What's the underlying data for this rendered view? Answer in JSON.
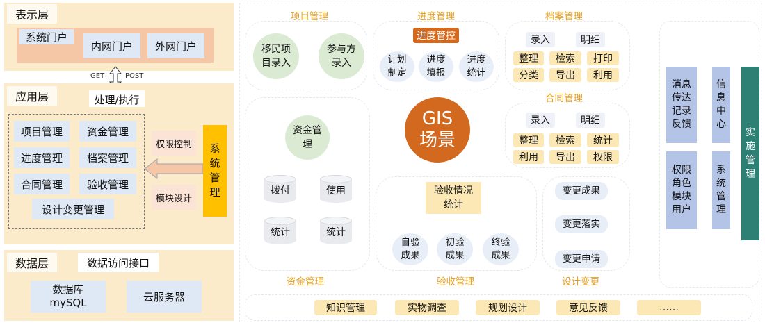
{
  "presentation": {
    "title": "表示层",
    "portal": "系统门户",
    "intranet": "内网门户",
    "extranet": "外网门户"
  },
  "http": {
    "get": "GET",
    "post": "POST"
  },
  "process": "处理/执行",
  "application": {
    "title": "应用层",
    "modules": [
      "项目管理",
      "资金管理",
      "进度管理",
      "档案管理",
      "合同管理",
      "验收管理",
      "设计变更管理"
    ],
    "permission": "权限控制",
    "module_design": "模块设计",
    "system_mgmt": "系\n统\n管\n理"
  },
  "data_layer": {
    "title": "数据层",
    "access": "数据访问接口",
    "db_line1": "数据库",
    "db_line2": "mySQL",
    "cloud": "云服务器"
  },
  "project": {
    "title": "项目管理",
    "c1": "移民项\n目录入",
    "c2": "参与方\n录入"
  },
  "progress": {
    "title": "进度管理",
    "control": "进度管控",
    "items": [
      "计划\n制定",
      "进度\n填报",
      "进度\n统计"
    ]
  },
  "archive": {
    "title": "档案管理",
    "row1": [
      "录入",
      "明细"
    ],
    "row2": [
      "整理",
      "检索",
      "打印"
    ],
    "row3": [
      "分类",
      "导出",
      "利用"
    ]
  },
  "contract": {
    "title": "合同管理",
    "row1": [
      "录入",
      "明细"
    ],
    "row2": [
      "整理",
      "检索",
      "统计"
    ],
    "row3": [
      "利用",
      "导出",
      "权限"
    ]
  },
  "gis": {
    "line1": "GIS",
    "line2": "场景"
  },
  "fund": {
    "title": "资金管理",
    "center": "资金管\n理",
    "cyl": [
      "拨付",
      "使用",
      "统计",
      "统计"
    ]
  },
  "acceptance": {
    "title": "验收管理",
    "center": "验收情况\n统计",
    "items": [
      "自验\n成果",
      "初验\n成果",
      "终验\n成果"
    ]
  },
  "design_change": {
    "title": "设计变更",
    "items": [
      "变更成果",
      "变更落实",
      "变更申请"
    ]
  },
  "right": {
    "msg": "消息\n传达\n记录\n反馈",
    "info": "信息\n中心",
    "perm": "权限\n角色\n模块\n用户",
    "sys": "系统\n管理",
    "impl": "实\n施\n管\n理"
  },
  "bottom": [
    "知识管理",
    "实物调查",
    "规划设计",
    "意见反馈",
    "……"
  ],
  "colors": {
    "layer_bg": "#fcebcb",
    "blue_box": "#dfe8f5",
    "orange": "#d2691e",
    "yellow": "#fbc02d",
    "teal": "#2e7f74"
  }
}
